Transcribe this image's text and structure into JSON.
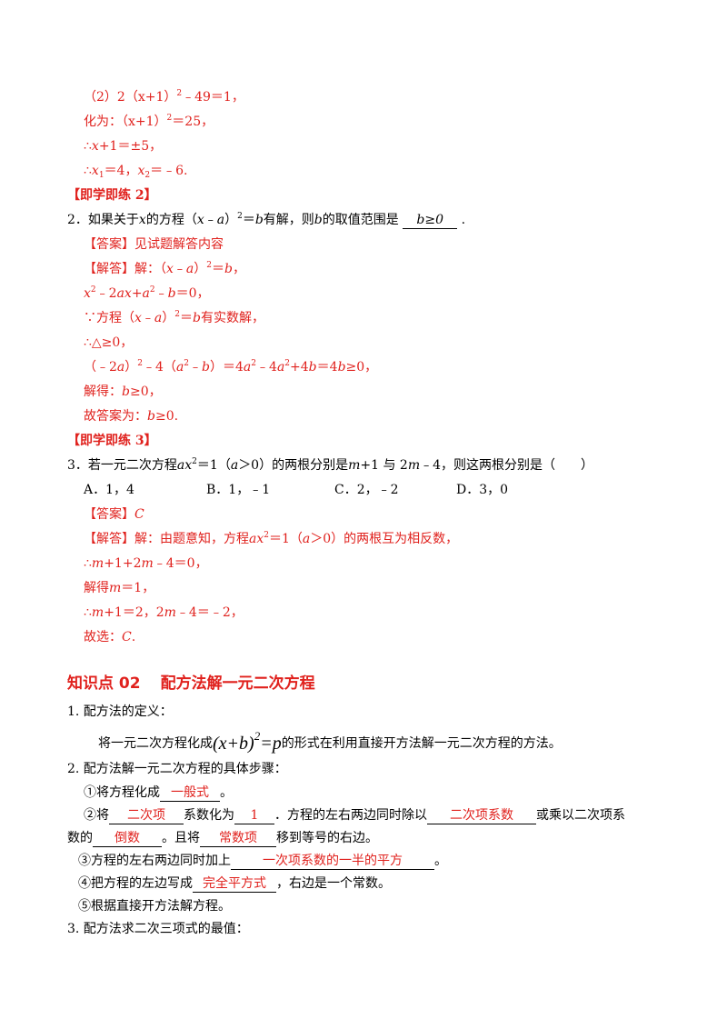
{
  "ex1_sol": {
    "l1": "（2）2（x+1）",
    "l1_sup": "2",
    "l1_rest": "﹣49＝1，",
    "l2": "化为：（x+1）",
    "l2_sup": "2",
    "l2_rest": "＝25，",
    "l3a": "∴",
    "l3b": "x",
    "l3c": "+1＝±5，",
    "l4a": "∴",
    "l4b": "x",
    "l4b_sub": "1",
    "l4c": "＝4，",
    "l4d": "x",
    "l4d_sub": "2",
    "l4e": "＝﹣6."
  },
  "practice2": {
    "tag": "【即学即练 2】",
    "q_a": "2．如果关于",
    "q_b": "x",
    "q_c": "的方程（",
    "q_d": "x",
    "q_e": "﹣",
    "q_f": "a",
    "q_g": "）",
    "q_sup": "2",
    "q_h": "＝",
    "q_i": "b",
    "q_j": "有解，则",
    "q_k": "b",
    "q_l": "的取值范围是",
    "q_blank": "b≥0",
    "q_end": ".",
    "ans": "【答案】见试题解答内容",
    "sol_a": "【解答】解：（",
    "sol_b": "x",
    "sol_c": "﹣",
    "sol_d": "a",
    "sol_e": "）",
    "sol_sup": "2",
    "sol_f": "＝",
    "sol_g": "b",
    "sol_h": "，",
    "s2": "x",
    "s2_sup": "2",
    "s2_b": "﹣2",
    "s2_c": "ax",
    "s2_d": "+",
    "s2_e": "a",
    "s2_sup2": "2",
    "s2_f": "﹣",
    "s2_g": "b",
    "s2_h": "＝0，",
    "s3_a": "∵方程（",
    "s3_b": "x",
    "s3_c": "﹣",
    "s3_d": "a",
    "s3_e": "）",
    "s3_sup": "2",
    "s3_f": "＝",
    "s3_g": "b",
    "s3_h": "有实数解，",
    "s4": "∴△≥0，",
    "s5_a": "（﹣2",
    "s5_b": "a",
    "s5_c": "）",
    "s5_sup": "2",
    "s5_d": "﹣4（",
    "s5_e": "a",
    "s5_sup2": "2",
    "s5_f": "﹣",
    "s5_g": "b",
    "s5_h": "）＝4",
    "s5_i": "a",
    "s5_sup3": "2",
    "s5_j": "﹣4",
    "s5_k": "a",
    "s5_sup4": "2",
    "s5_l": "+4",
    "s5_m": "b",
    "s5_n": "＝4",
    "s5_o": "b",
    "s5_p": "≥0，",
    "s6_a": "解得：",
    "s6_b": "b",
    "s6_c": "≥0，",
    "s7_a": "故答案为：",
    "s7_b": "b",
    "s7_c": "≥0."
  },
  "practice3": {
    "tag": "【即学即练 3】",
    "q_a": "3．若一元二次方程",
    "q_b": "ax",
    "q_sup": "2",
    "q_c": "＝1（",
    "q_d": "a",
    "q_e": "＞0）的两根分别是",
    "q_f": "m",
    "q_g": "+1 与 2",
    "q_h": "m",
    "q_i": "﹣4，则这两根分别是（　　）",
    "options": [
      "A．1，4",
      "B．1，﹣1",
      "C．2，﹣2",
      "D．3，0"
    ],
    "ans_a": "【答案】",
    "ans_b": "C",
    "sol_a": "【解答】解：由题意知，方程",
    "sol_b": "ax",
    "sol_sup": "2",
    "sol_c": "＝1（",
    "sol_d": "a",
    "sol_e": "＞0）的两根互为相反数，",
    "s2_a": "∴",
    "s2_b": "m",
    "s2_c": "+1+2",
    "s2_d": "m",
    "s2_e": "﹣4＝0，",
    "s3_a": "解得",
    "s3_b": "m",
    "s3_c": "＝1，",
    "s4_a": "∴",
    "s4_b": "m",
    "s4_c": "+1＝2，2",
    "s4_d": "m",
    "s4_e": "﹣4＝﹣2，",
    "s5_a": "故选：",
    "s5_b": "C",
    "s5_c": "."
  },
  "section": {
    "num": "知识点 02",
    "title": "配方法解一元二次方程"
  },
  "def": {
    "title": "1. 配方法的定义：",
    "text_a": "将一元二次方程化成",
    "formula_a": "(x+b)",
    "formula_sup": "2",
    "formula_b": "=p",
    "text_b": "的形式在利用直接开方法解一元二次方程的方法。"
  },
  "steps": {
    "title": "2. 配方法解一元二次方程的具体步骤：",
    "s1_a": "①将方程化成",
    "s1_blank": "一般式",
    "s1_b": "。",
    "s2_a": "②将",
    "s2_blank1": "二次项",
    "s2_b": "系数化为",
    "s2_blank2": "1",
    "s2_c": "．方程的左右两边同时除以",
    "s2_blank3": "二次项系数",
    "s2_d": "或乘以二次项系",
    "s2b_a": "数的",
    "s2b_blank1": "倒数",
    "s2b_b": "。且将",
    "s2b_blank2": "常数项",
    "s2b_c": "移到等号的右边。",
    "s3_a": "③方程的左右两边同时加上",
    "s3_blank": "一次项系数的一半的平方",
    "s3_b": "。",
    "s4_a": "④把方程的左边写成",
    "s4_blank": "完全平方式",
    "s4_b": "，右边是一个常数。",
    "s5": "⑤根据直接开方法解方程。"
  },
  "extreme": {
    "title": "3. 配方法求二次三项式的最值："
  }
}
